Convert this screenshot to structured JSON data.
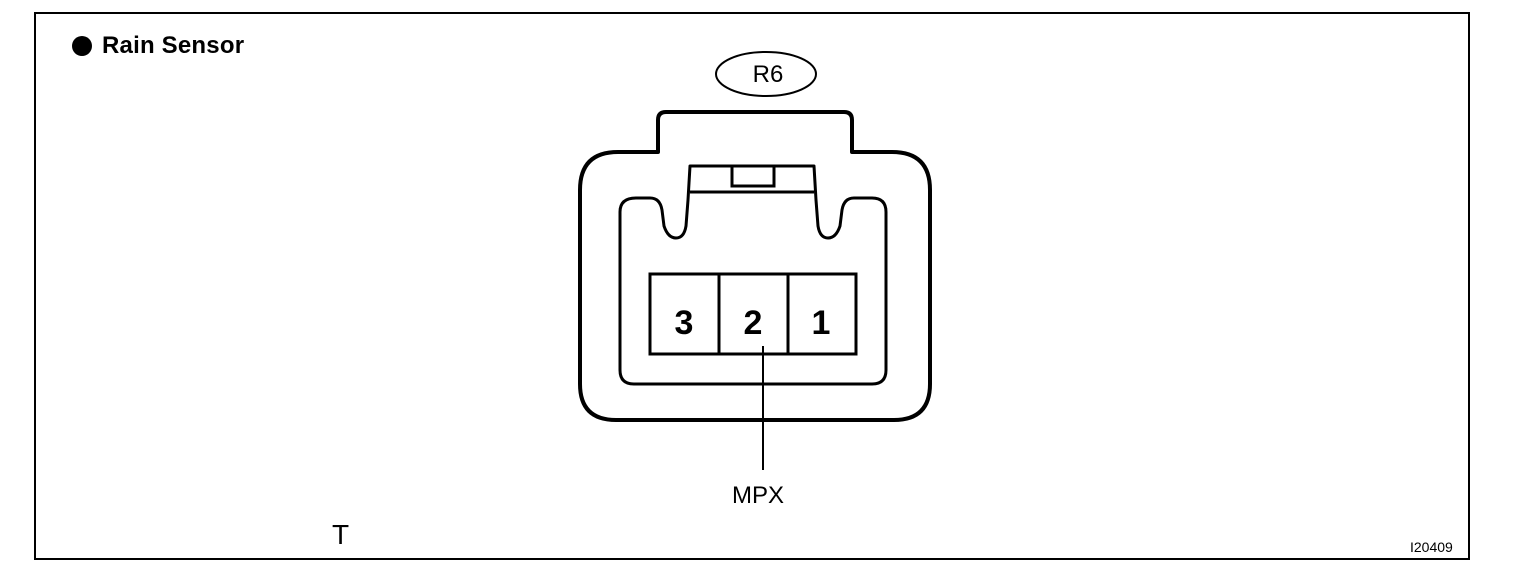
{
  "heading": {
    "title": "Rain Sensor"
  },
  "connector": {
    "code": "R6",
    "pins": [
      {
        "number": "3"
      },
      {
        "number": "2"
      },
      {
        "number": "1"
      }
    ],
    "callout_label": "MPX"
  },
  "footer": {
    "corner_letter": "T",
    "figure_code": "I20409"
  },
  "colors": {
    "line": "#000000",
    "background": "#ffffff"
  }
}
